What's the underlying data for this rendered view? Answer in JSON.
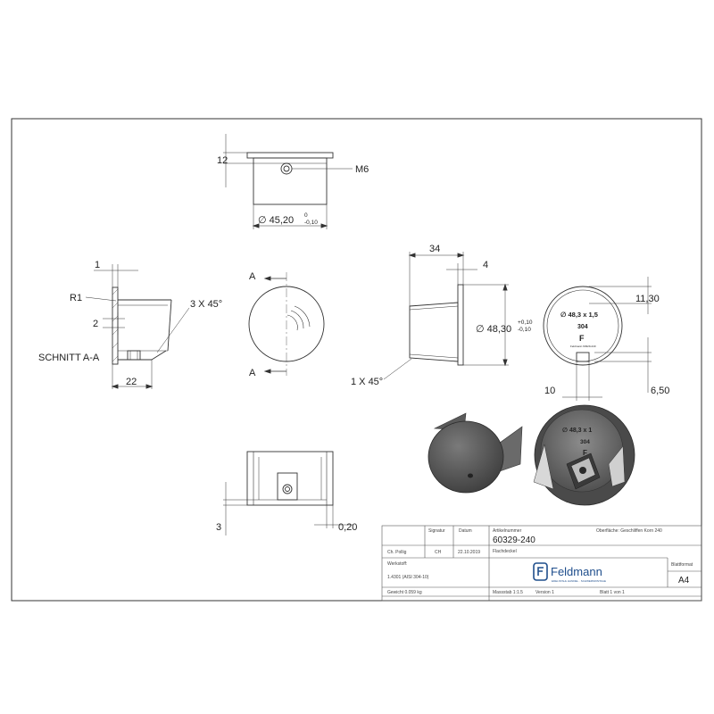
{
  "top_view": {
    "height_dim": "12",
    "thread": "M6",
    "diameter": "∅ 45,20",
    "tol_upper": "0",
    "tol_lower": "-0,10"
  },
  "section_view": {
    "wall_dim": "1",
    "radius": "R1",
    "step_dim": "2",
    "chamfer": "3 X 45°",
    "title": "SCHNITT A-A",
    "length": "22"
  },
  "front_view": {
    "cut_label_top": "A",
    "cut_label_bottom": "A"
  },
  "side_view": {
    "total_length": "34",
    "flange": "4",
    "diameter": "∅ 48,30",
    "tol_upper": "+0,10",
    "tol_lower": "-0,10",
    "chamfer": "1 X 45°"
  },
  "face_view": {
    "engraving_1": "∅ 48,3 x 1,5",
    "engraving_2": "304",
    "engraving_3": "F",
    "engraving_4": "Feldmann 60329-240",
    "dim_top": "11,30",
    "dim_slot": "10",
    "dim_right": "6,50"
  },
  "iso_view": {
    "engraving_1": "∅ 48,3 x 1",
    "engraving_2": "304",
    "engraving_3": "F"
  },
  "bottom_view": {
    "dim_left": "3",
    "dim_right": "0,20"
  },
  "title_block": {
    "col_signature": "Signatur",
    "col_date": "Datum",
    "col_article_no": "Artikelnummer",
    "surface": "Oberfläche:  Geschliffen Korn 240",
    "drawn_by": "Ch. Pollig",
    "signature": "CH",
    "date": "22.10.2019",
    "article_no": "60329-240",
    "description_label": "Flachdeckel",
    "material_label": "Werkstoff:",
    "material": "1.4301 (AISI 304-10)",
    "weight": "Gewicht 0.059 kg",
    "scale": "Massstab 1:1.5",
    "version": "Version 1",
    "sheet_no": "Blatt 1 von 1",
    "format_label": "Blattformat",
    "format": "A4",
    "logo_text": "Feldmann",
    "logo_subtitle": "EDELSTAHL HANDEL · SCHWERMONTAGE"
  }
}
